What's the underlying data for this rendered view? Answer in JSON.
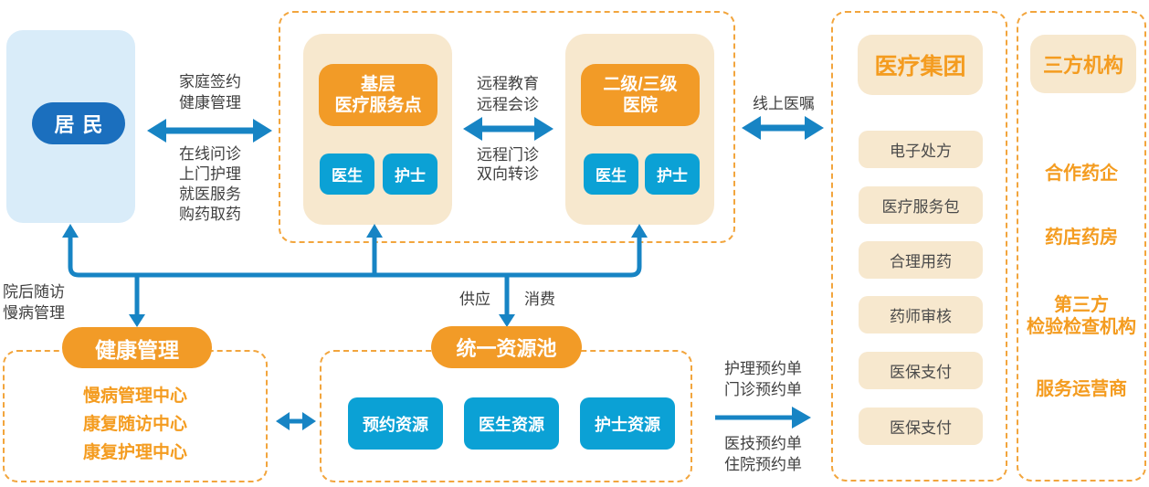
{
  "resident": {
    "label": "居民"
  },
  "edges": {
    "resident_services": {
      "top": [
        "家庭签约",
        "健康管理"
      ],
      "bottom": [
        "在线问诊",
        "上门护理",
        "就医服务",
        "购药取药"
      ]
    },
    "remote": {
      "top": [
        "远程教育",
        "远程会诊"
      ],
      "bottom": [
        "远程门诊",
        "双向转诊"
      ]
    },
    "online_order": {
      "label": "线上医嘱"
    },
    "supply": {
      "label": "供应"
    },
    "consume": {
      "label": "消费"
    },
    "followup": {
      "lines": [
        "院后随访",
        "慢病管理"
      ]
    },
    "pool_to_group": {
      "top": [
        "护理预约单",
        "门诊预约单"
      ],
      "bottom": [
        "医技预约单",
        "住院预约单"
      ]
    }
  },
  "network": {
    "primary_site": {
      "title_lines": [
        "基层",
        "医疗服务点"
      ],
      "staff": [
        "医生",
        "护士"
      ]
    },
    "hospital": {
      "title_lines": [
        "二级/三级",
        "医院"
      ],
      "staff": [
        "医生",
        "护士"
      ]
    }
  },
  "medical_group": {
    "title": "医疗集团",
    "items": [
      "电子处方",
      "医疗服务包",
      "合理用药",
      "药师审核",
      "医保支付",
      "医保支付"
    ]
  },
  "third_party": {
    "title": "三方机构",
    "items": [
      [
        "合作药企"
      ],
      [
        "药店药房"
      ],
      [
        "第三方",
        "检验检查机构"
      ],
      [
        "服务运营商"
      ]
    ]
  },
  "health_management": {
    "title": "健康管理",
    "items": [
      "慢病管理中心",
      "康复随访中心",
      "康复护理中心"
    ]
  },
  "resource_pool": {
    "title": "统一资源池",
    "items": [
      "预约资源",
      "医生资源",
      "护士资源"
    ]
  },
  "palette": {
    "connector_blue": "#1784C4",
    "node_cyan": "#0BA1D5",
    "brand_orange": "#F29B27",
    "panel_beige": "#F7E8CE",
    "resident_light_blue": "#D9ECF9",
    "resident_blue": "#1B6FBE",
    "dashed_border_orange": "#F2A53D",
    "text_dark": "#3F3F3F",
    "orange_text": "#F49C20"
  }
}
